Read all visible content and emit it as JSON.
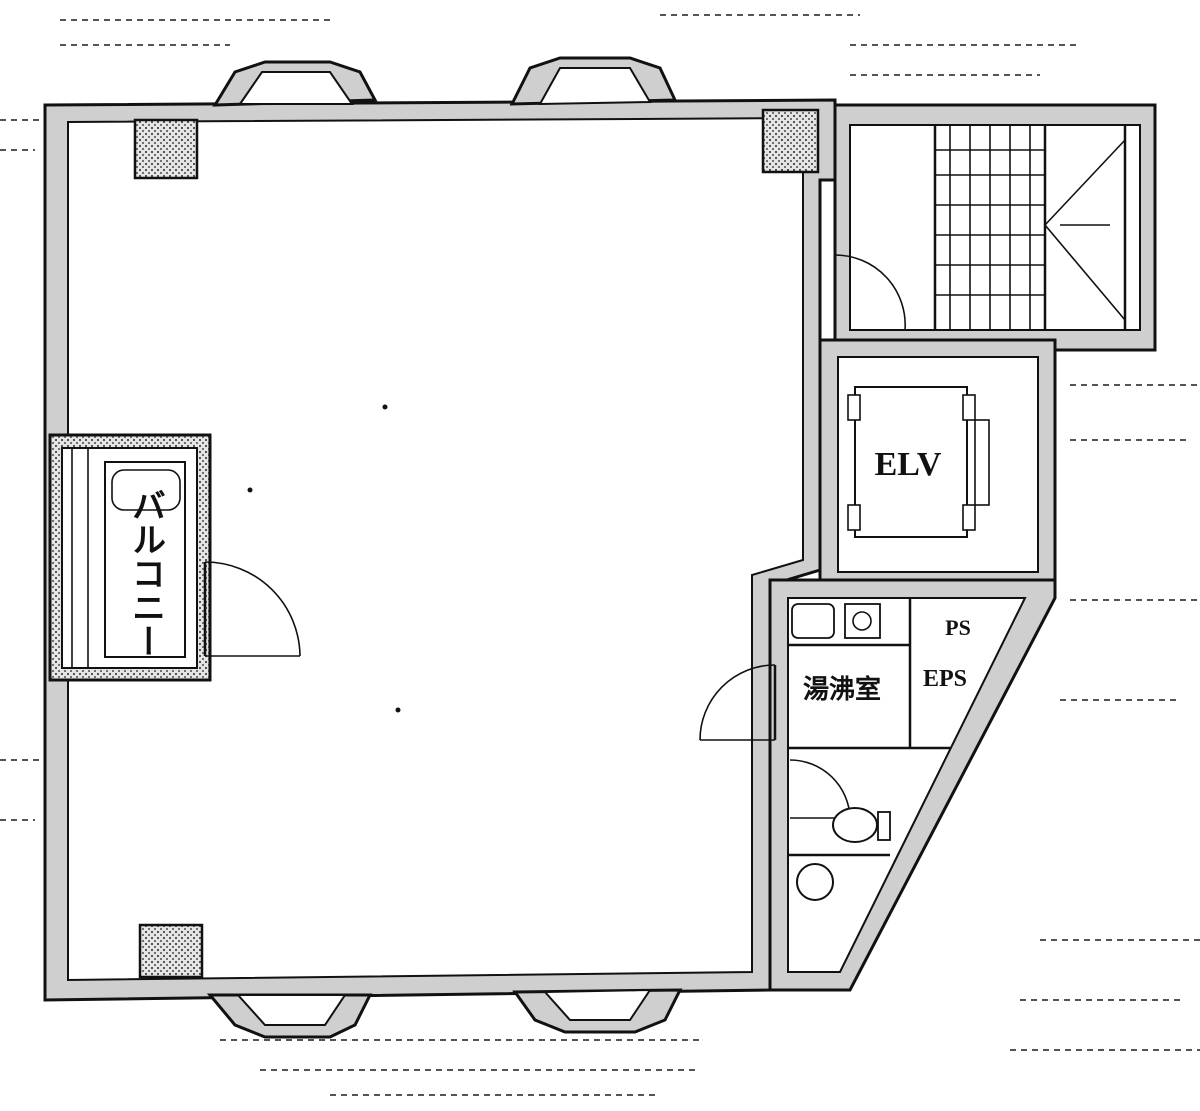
{
  "labels": {
    "balcony": "バルコニー",
    "elevator": "ELV",
    "ps": "PS",
    "eps": "EPS",
    "kitchenette": "湯沸室"
  },
  "colors": {
    "wall_fill": "#cfcfcf",
    "line": "#111111",
    "background": "#ffffff"
  }
}
